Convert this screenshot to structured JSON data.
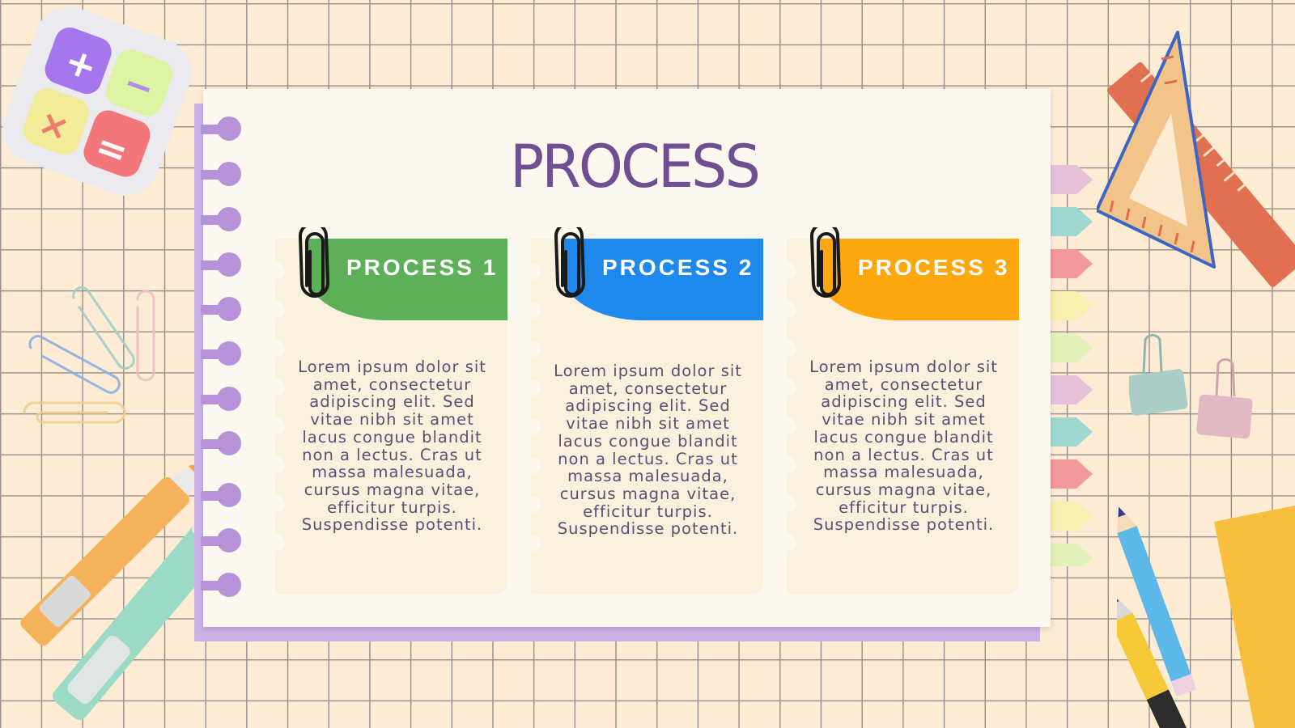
{
  "title": "PROCESS",
  "processes": [
    {
      "label": "PROCESS 1",
      "color": "#5daf58",
      "text": "Lorem ipsum dolor sit amet, consectetur adipiscing elit. Sed vitae nibh sit amet lacus congue blandit non a lectus. Cras ut massa malesuada, cursus magna vitae, efficitur turpis. Suspendisse potenti."
    },
    {
      "label": "PROCESS 2",
      "color": "#1f88ec",
      "text": "Lorem ipsum dolor sit amet, consectetur adipiscing elit. Sed vitae nibh sit amet lacus congue blandit non a lectus. Cras ut massa malesuada, cursus magna vitae, efficitur turpis. Suspendisse potenti."
    },
    {
      "label": "PROCESS 3",
      "color": "#ffa70e",
      "text": "Lorem ipsum dolor sit amet, consectetur adipiscing elit. Sed vitae nibh sit amet lacus congue blandit non a lectus. Cras ut massa malesuada, cursus magna vitae, efficitur turpis. Suspendisse potenti."
    }
  ],
  "colors": {
    "title": "#6f4f91",
    "notebook_rings": "#b692d8",
    "background": "#fdebd3",
    "grid": "#9a938f"
  },
  "calculator_keys": [
    "+",
    "−",
    "×",
    "="
  ]
}
